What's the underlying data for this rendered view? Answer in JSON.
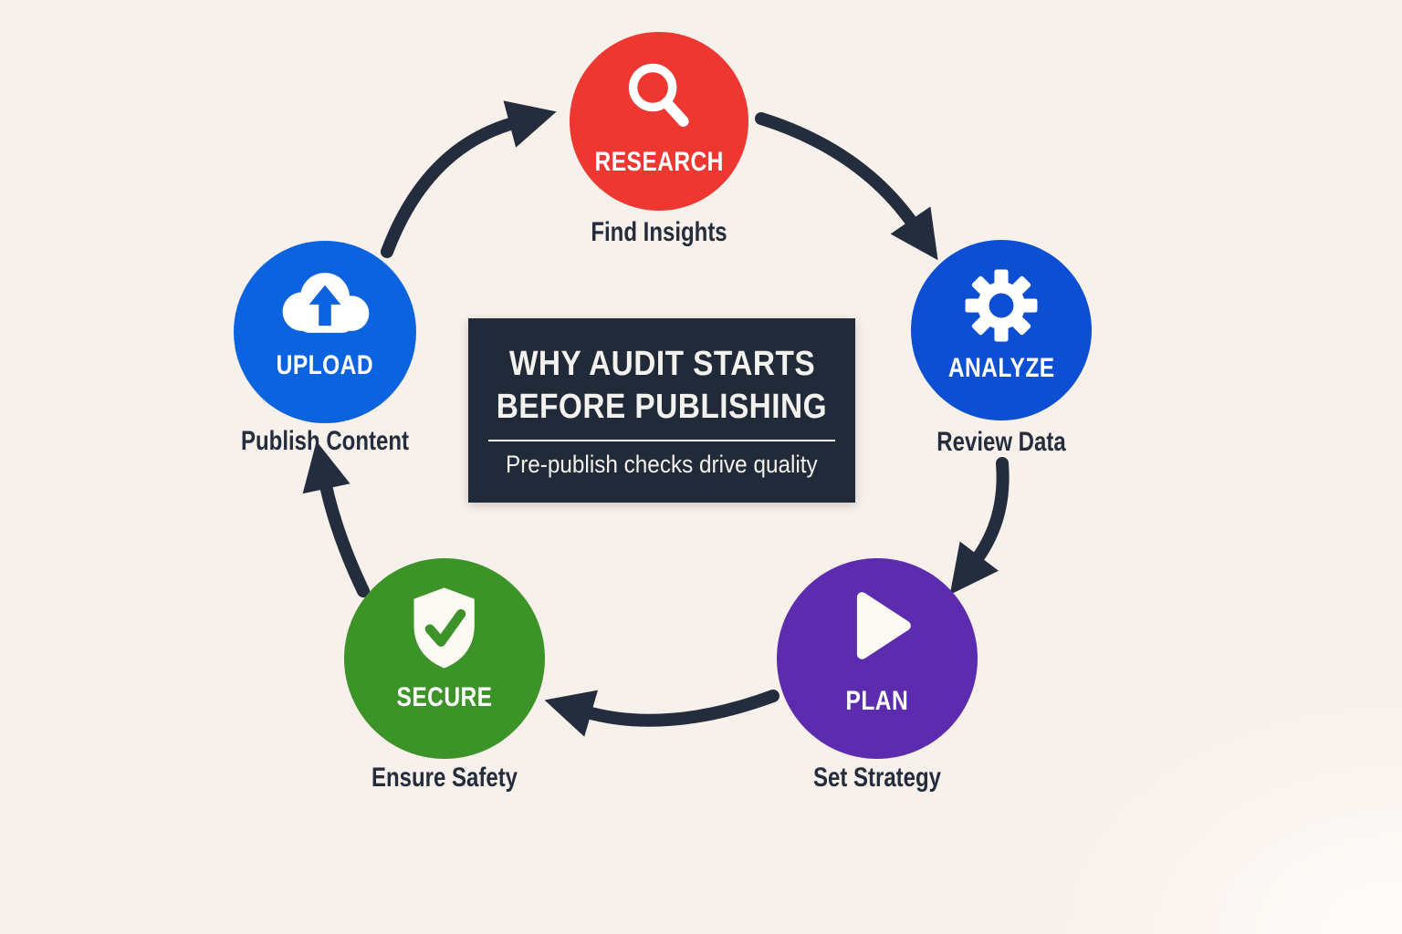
{
  "page": {
    "background": "#f8f0ea"
  },
  "arrows": {
    "color": "#232d3d",
    "connections": [
      {
        "from": "UPLOAD",
        "to": "RESEARCH"
      },
      {
        "from": "RESEARCH",
        "to": "ANALYZE"
      },
      {
        "from": "ANALYZE",
        "to": "PLAN"
      },
      {
        "from": "PLAN",
        "to": "SECURE"
      },
      {
        "from": "SECURE",
        "to": "UPLOAD"
      }
    ]
  },
  "center_box": {
    "title_line1": "WHY AUDIT STARTS",
    "title_line2": "BEFORE PUBLISHING",
    "subtitle": "Pre-publish checks drive quality",
    "background": "#212a38",
    "text_color": "#f4f2ee"
  },
  "nodes": [
    {
      "id": "research",
      "label": "RESEARCH",
      "caption": "Find Insights",
      "color": "#ee3731",
      "icon": "search-icon"
    },
    {
      "id": "analyze",
      "label": "ANALYZE",
      "caption": "Review Data",
      "color": "#0d4fd2",
      "icon": "gear-icon"
    },
    {
      "id": "plan",
      "label": "PLAN",
      "caption": "Set Strategy",
      "color": "#5d2bae",
      "icon": "play-icon"
    },
    {
      "id": "secure",
      "label": "SECURE",
      "caption": "Ensure Safety",
      "color": "#3c9328",
      "icon": "shield-check-icon"
    },
    {
      "id": "upload",
      "label": "UPLOAD",
      "caption": "Publish Content",
      "color": "#0b63e0",
      "icon": "cloud-upload-icon"
    }
  ]
}
